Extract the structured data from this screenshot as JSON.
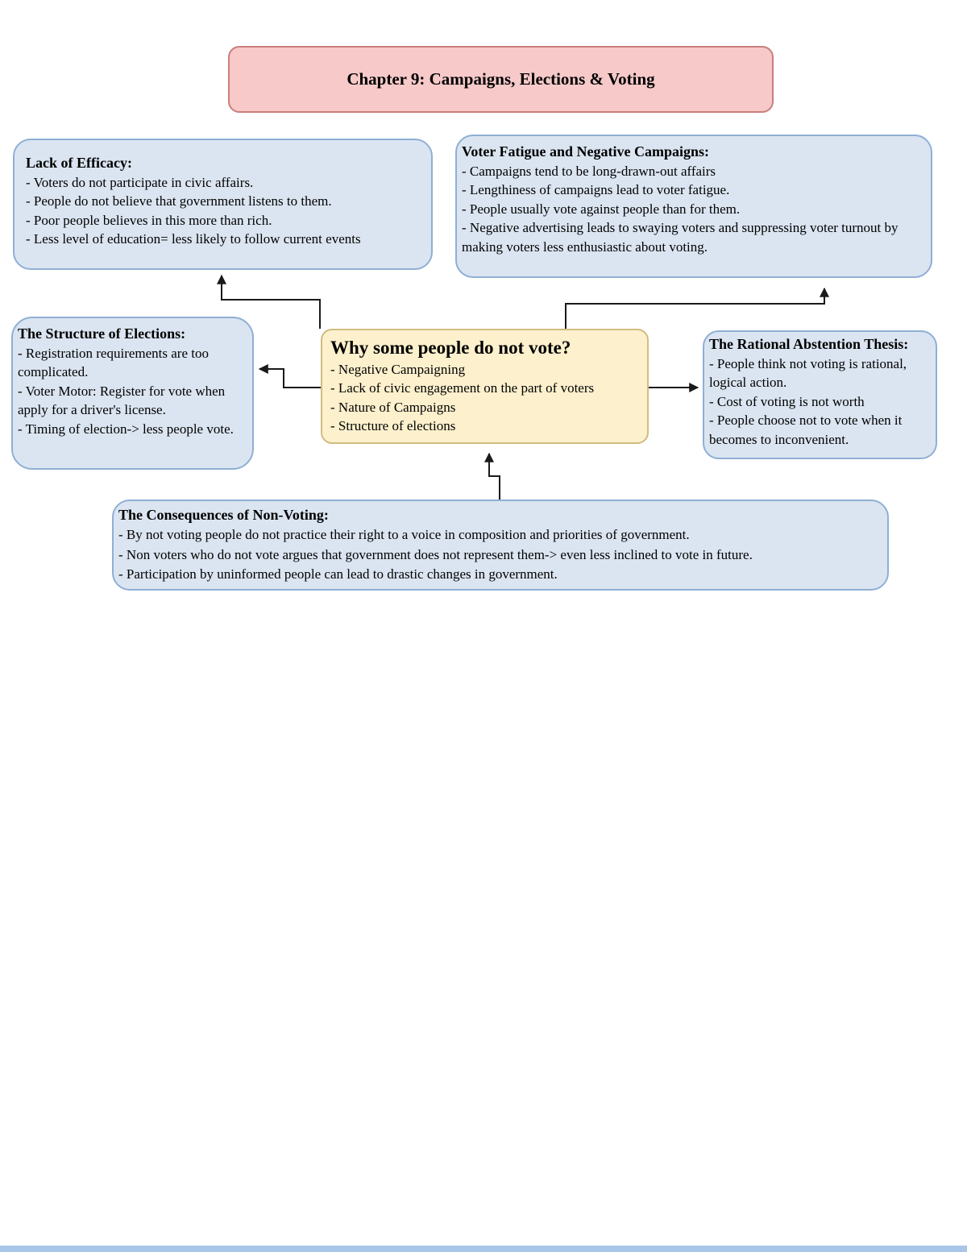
{
  "page": {
    "title": "Chapter 9: Campaigns, Elections & Voting"
  },
  "nodes": {
    "efficacy": {
      "heading": "Lack of Efficacy:",
      "lines": [
        "- Voters do not participate in civic affairs.",
        "- People do not believe that government listens to them.",
        "- Poor people believes in this more than rich.",
        "- Less level of education= less likely to follow current events"
      ]
    },
    "voter_fatigue": {
      "heading": "Voter Fatigue and Negative Campaigns:",
      "lines": [
        "- Campaigns tend to be long-drawn-out affairs",
        "- Lengthiness of campaigns lead to voter fatigue.",
        "- People usually vote against people than for them.",
        "- Negative advertising leads to swaying voters and suppressing voter turnout by making voters less enthusiastic about voting."
      ]
    },
    "structure": {
      "heading": "The Structure of Elections:",
      "lines": [
        "- Registration requirements are too complicated.",
        "- Voter Motor: Register for vote when apply for a driver's license.",
        "- Timing of election-> less people vote."
      ]
    },
    "center": {
      "heading": "Why some people do not vote?",
      "lines": [
        "- Negative Campaigning",
        "- Lack of civic engagement on the part of voters",
        "- Nature of Campaigns",
        "- Structure of elections"
      ]
    },
    "rational": {
      "heading": "The Rational Abstention Thesis:",
      "lines": [
        "- People think not voting is rational, logical action.",
        "- Cost of voting is not worth",
        "- People choose not to vote when it becomes to inconvenient."
      ]
    },
    "consequences": {
      "heading": "The Consequences of Non-Voting:",
      "lines": [
        "- By not voting people do not practice their right to a voice in composition and priorities of government.",
        "- Non voters who do not vote argues that government does not represent them-> even less inclined to vote in future.",
        "- Participation by uninformed people can lead to drastic changes in government."
      ]
    }
  },
  "colors": {
    "title_fill": "#f7c9c9",
    "title_border": "#c97f7c",
    "node_fill": "#dbe5f1",
    "node_border": "#8fafd4",
    "center_fill": "#fdf0cd",
    "center_border": "#d2bc7e",
    "arrow": "#1a1a1a",
    "bottom_bar": "#a9c6e8"
  }
}
